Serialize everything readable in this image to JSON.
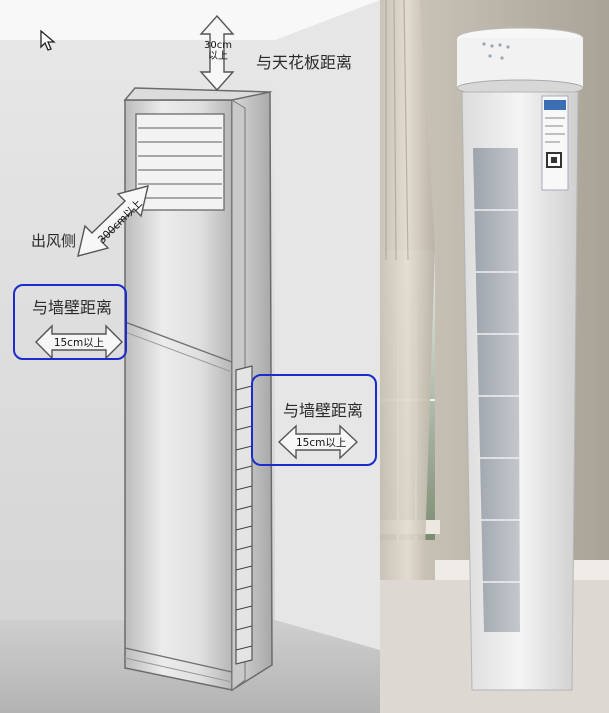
{
  "diagram": {
    "ceiling": {
      "label": "与天花板距离",
      "distance_line1": "30cm",
      "distance_line2": "以上"
    },
    "outlet": {
      "label": "出风侧",
      "distance": "300cm以上"
    },
    "left_wall": {
      "label": "与墙壁距离",
      "distance": "15cm以上"
    },
    "right_wall": {
      "label": "与墙壁距离",
      "distance": "15cm以上"
    }
  },
  "colors": {
    "highlight_box": "#1a2ccc",
    "room_wall": "#d6d6d6",
    "floor": "#c2c2c2"
  }
}
